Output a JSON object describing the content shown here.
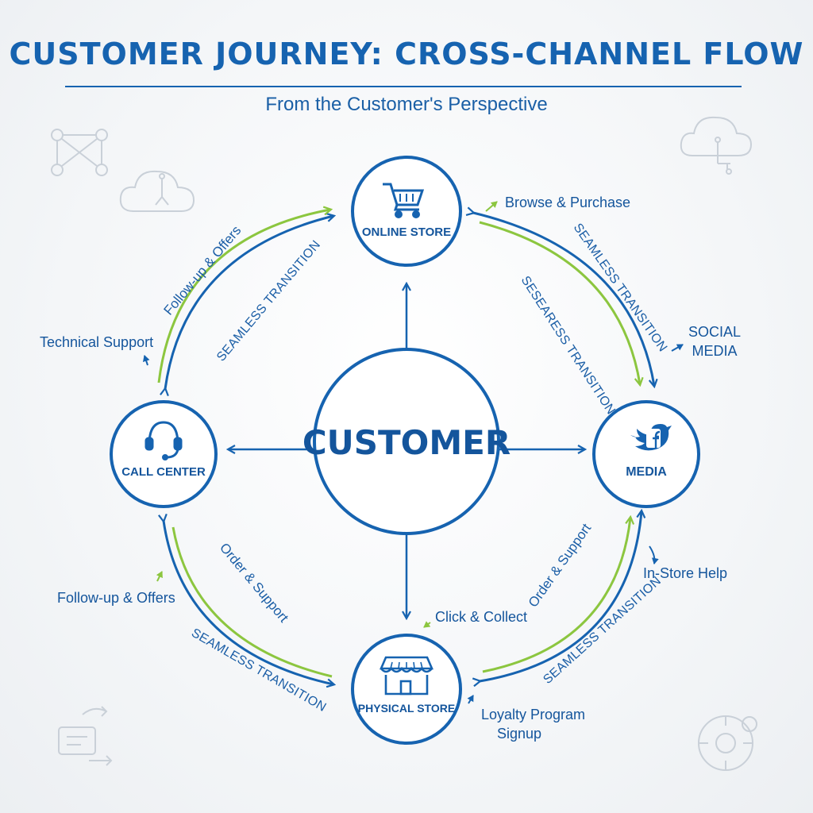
{
  "header": {
    "title": "CUSTOMER JOURNEY: CROSS-CHANNEL FLOW",
    "subtitle": "From the Customer's Perspective"
  },
  "colors": {
    "primary": "#1663b0",
    "accent_green": "#8cc63f",
    "decor_gray": "#c9d0d8"
  },
  "center": {
    "label": "CUSTOMER"
  },
  "nodes": {
    "online_store": {
      "label": "ONLINE STORE",
      "icon": "shopping-cart-icon"
    },
    "call_center": {
      "label": "CALL CENTER",
      "icon": "headset-icon"
    },
    "media": {
      "label": "MEDIA",
      "icon": "social-media-icon"
    },
    "physical_store": {
      "label": "PHYSICAL STORE",
      "icon": "storefront-icon"
    }
  },
  "annotations": {
    "browse_purchase": "Browse & Purchase",
    "social_media_line1": "SOCIAL",
    "social_media_line2": "MEDIA",
    "technical_support": "Technical Support",
    "follow_up_left": "Follow-up & Offers",
    "in_store_help": "In-Store Help",
    "click_collect": "Click & Collect",
    "loyalty_line1": "Loyalty Program",
    "loyalty_line2": "Signup"
  },
  "arc_labels": {
    "follow_up_top_left": "Follow-up & Offers",
    "seamless_top_left": "SEAMLESS TRANSITION",
    "seamless_top_right_outer": "SEAMLESS TRANSITION",
    "seamless_top_right_inner": "SESEARESS TRANSITION",
    "order_support_bottom_left": "Order & Support",
    "seamless_bottom_left": "SEAMLESS TRANSITION",
    "order_support_bottom_right": "Order & Support",
    "seamless_bottom_right": "SEAMLESS TRANSITION"
  }
}
